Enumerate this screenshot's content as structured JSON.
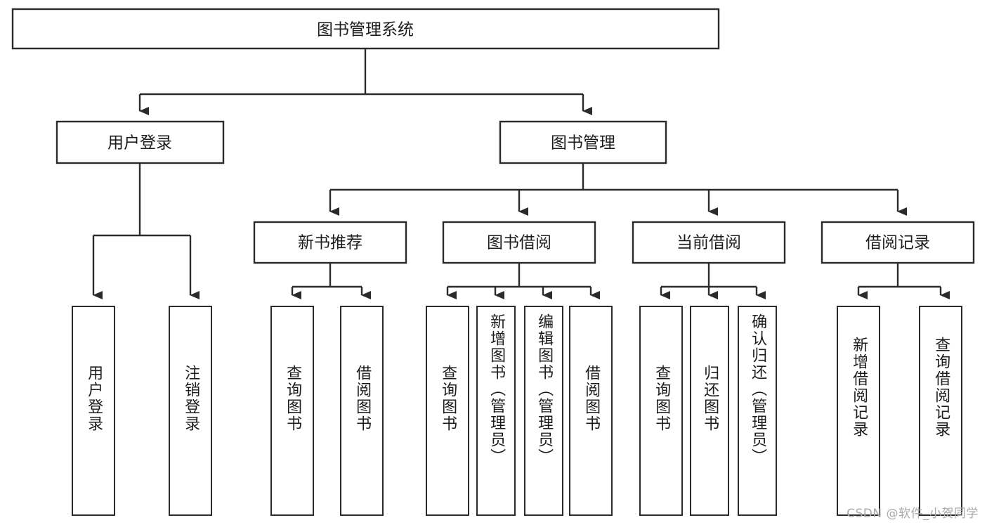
{
  "diagram": {
    "type": "tree-hierarchy",
    "title": "图书管理系统",
    "root": {
      "id": "root",
      "label": "图书管理系统"
    },
    "level2": [
      {
        "id": "user-login",
        "label": "用户登录"
      },
      {
        "id": "book-manage",
        "label": "图书管理"
      }
    ],
    "level3": [
      {
        "id": "new-book-rec",
        "label": "新书推荐",
        "parent": "book-manage"
      },
      {
        "id": "book-borrow",
        "label": "图书借阅",
        "parent": "book-manage"
      },
      {
        "id": "current-borrow",
        "label": "当前借阅",
        "parent": "book-manage"
      },
      {
        "id": "borrow-record",
        "label": "借阅记录",
        "parent": "book-manage"
      }
    ],
    "leaves": [
      {
        "id": "leaf-user-login",
        "label": "用户登录",
        "parent": "user-login"
      },
      {
        "id": "leaf-user-logout",
        "label": "注销登录",
        "parent": "user-login"
      },
      {
        "id": "leaf-query-book-1",
        "label": "查询图书",
        "parent": "new-book-rec"
      },
      {
        "id": "leaf-borrow-book-1",
        "label": "借阅图书",
        "parent": "new-book-rec"
      },
      {
        "id": "leaf-query-book-2",
        "label": "查询图书",
        "parent": "book-borrow"
      },
      {
        "id": "leaf-add-book",
        "label": "新增图书（管理员）",
        "parent": "book-borrow"
      },
      {
        "id": "leaf-edit-book",
        "label": "编辑图书（管理员）",
        "parent": "book-borrow"
      },
      {
        "id": "leaf-borrow-book-2",
        "label": "借阅图书",
        "parent": "book-borrow"
      },
      {
        "id": "leaf-query-book-3",
        "label": "查询图书",
        "parent": "current-borrow"
      },
      {
        "id": "leaf-return-book",
        "label": "归还图书",
        "parent": "current-borrow"
      },
      {
        "id": "leaf-confirm-return",
        "label": "确认归还（管理员）",
        "parent": "current-borrow"
      },
      {
        "id": "leaf-add-record",
        "label": "新增借阅记录",
        "parent": "borrow-record"
      },
      {
        "id": "leaf-query-record",
        "label": "查询借阅记录",
        "parent": "borrow-record"
      }
    ],
    "colors": {
      "stroke": "#2b2b2b",
      "fill": "#ffffff",
      "text": "#1c1c1c",
      "background": "#ffffff",
      "watermark": "#a9a9a9"
    }
  },
  "watermark": {
    "text": "CSDN @软件_小贺同学"
  }
}
